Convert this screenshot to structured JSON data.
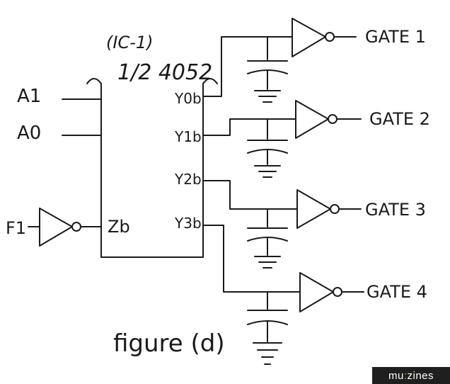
{
  "ic": {
    "name": "(IC-1)",
    "part": "1/2 4052",
    "pins": {
      "a1": "A1",
      "a0": "A0",
      "y0": "Y0b",
      "y1": "Y1b",
      "y2": "Y2b",
      "y3": "Y3b",
      "z": "Zb"
    }
  },
  "input": {
    "label": "F1"
  },
  "gates": [
    {
      "label": "GATE 1"
    },
    {
      "label": "GATE 2"
    },
    {
      "label": "GATE 3"
    },
    {
      "label": "GATE 4"
    }
  ],
  "caption": "figure (d)",
  "watermark": {
    "pre": "mu",
    "colon": ":",
    "post": "zines"
  }
}
